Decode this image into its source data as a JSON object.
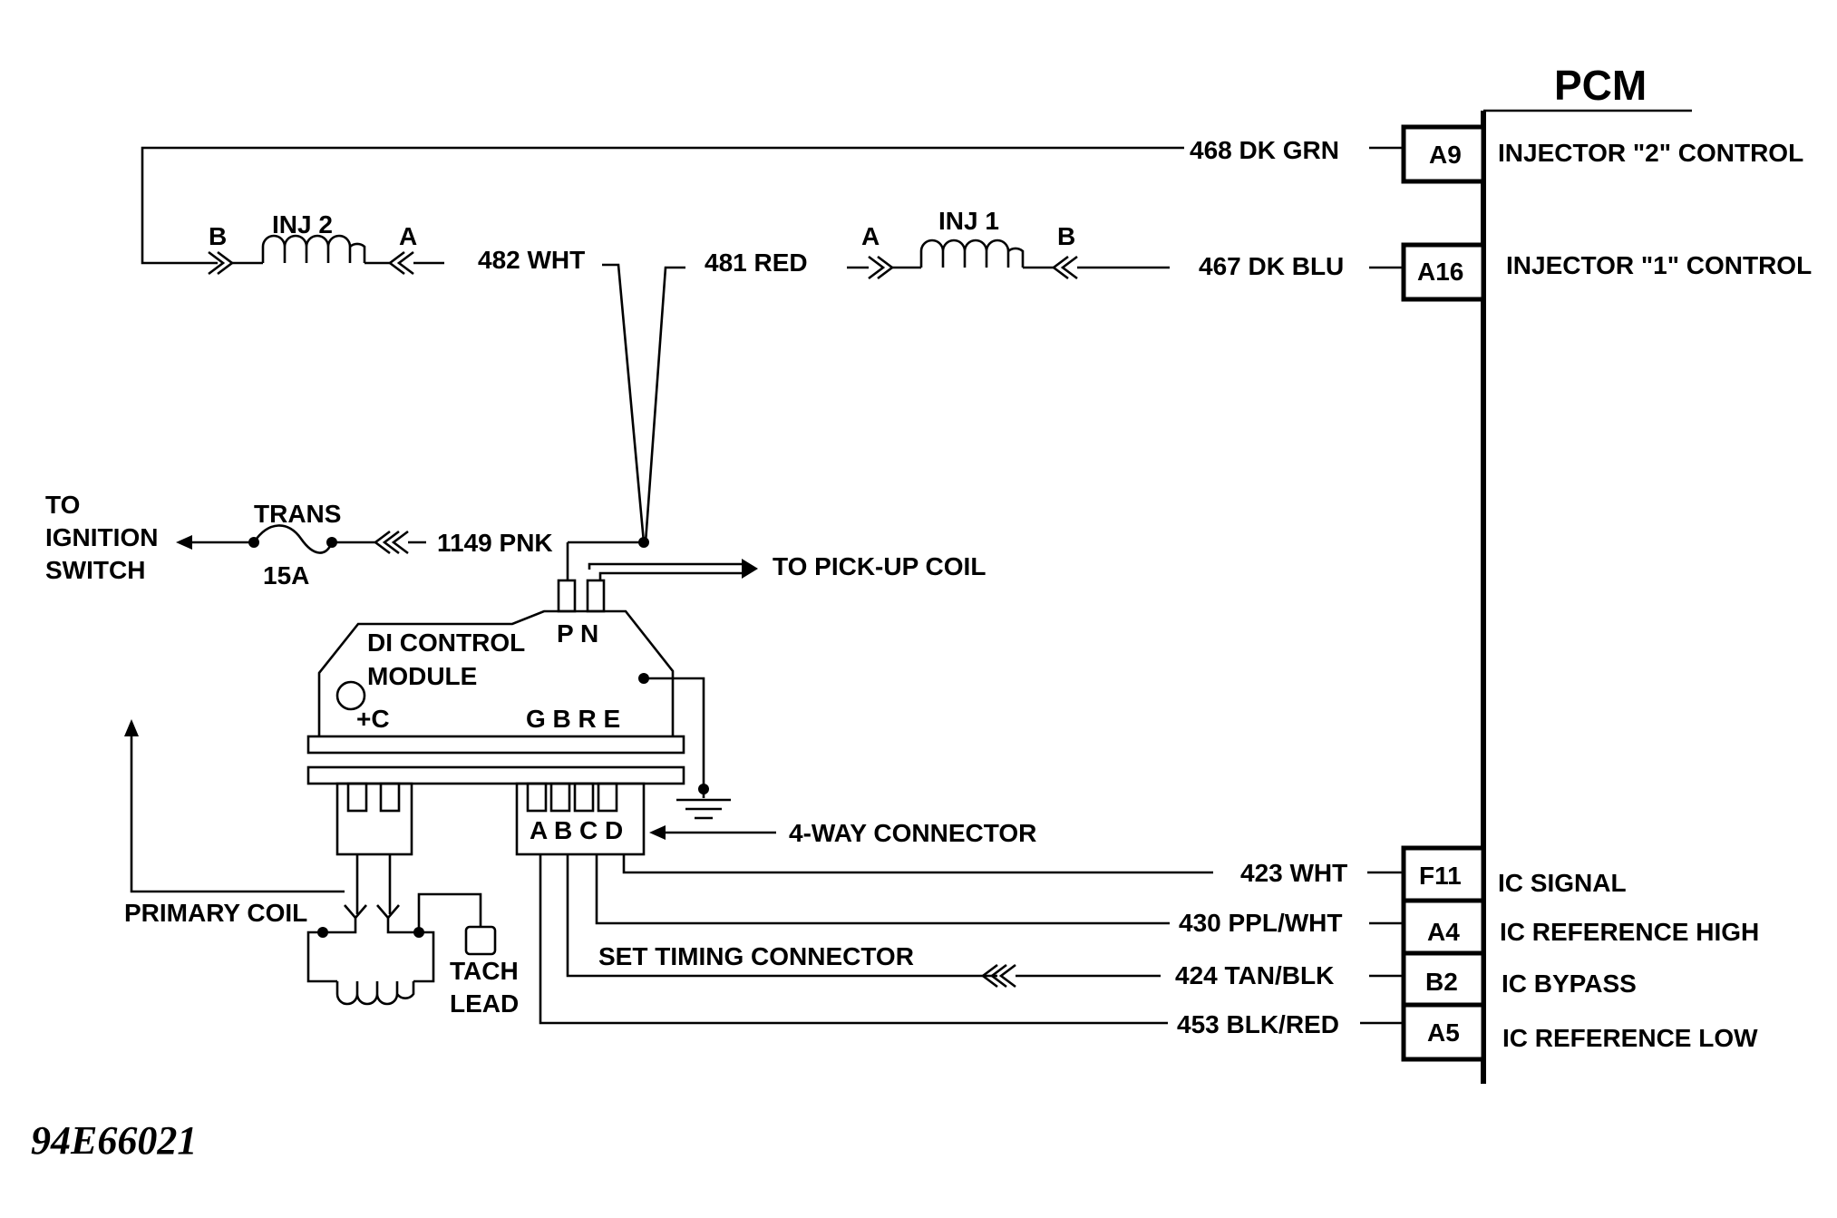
{
  "pcm": {
    "title": "PCM",
    "pins": [
      {
        "id": "A9",
        "wire": "468 DK GRN",
        "function": "INJECTOR \"2\" CONTROL"
      },
      {
        "id": "A16",
        "wire": "467 DK BLU",
        "function": "INJECTOR \"1\" CONTROL"
      },
      {
        "id": "F11",
        "wire": "423 WHT",
        "function": "IC SIGNAL"
      },
      {
        "id": "A4",
        "wire": "430 PPL/WHT",
        "function": "IC REFERENCE HIGH"
      },
      {
        "id": "B2",
        "wire": "424 TAN/BLK",
        "function": "IC BYPASS"
      },
      {
        "id": "A5",
        "wire": "453 BLK/RED",
        "function": "IC REFERENCE LOW"
      }
    ]
  },
  "injectors": {
    "inj2": {
      "name": "INJ 2",
      "pin_left": "B",
      "pin_right": "A"
    },
    "inj1": {
      "name": "INJ 1",
      "pin_left": "A",
      "pin_right": "B"
    }
  },
  "wires": {
    "w482": "482 WHT",
    "w481": "481 RED",
    "w1149": "1149 PNK"
  },
  "ignition": {
    "to_line1": "TO",
    "to_line2": "IGNITION",
    "to_line3": "SWITCH",
    "fuse_name": "TRANS",
    "fuse_rating": "15A"
  },
  "module": {
    "name_line1": "DI CONTROL",
    "name_line2": "MODULE",
    "pins_top": "P N",
    "terminal_c": "+C",
    "pins_bottom": "G B R E",
    "connector_pins": "A B C D",
    "pickup": "TO PICK-UP COIL",
    "four_way": "4-WAY CONNECTOR",
    "set_timing": "SET TIMING CONNECTOR"
  },
  "coil": {
    "primary": "PRIMARY COIL",
    "tach_line1": "TACH",
    "tach_line2": "LEAD"
  },
  "figure_id": "94E66021"
}
